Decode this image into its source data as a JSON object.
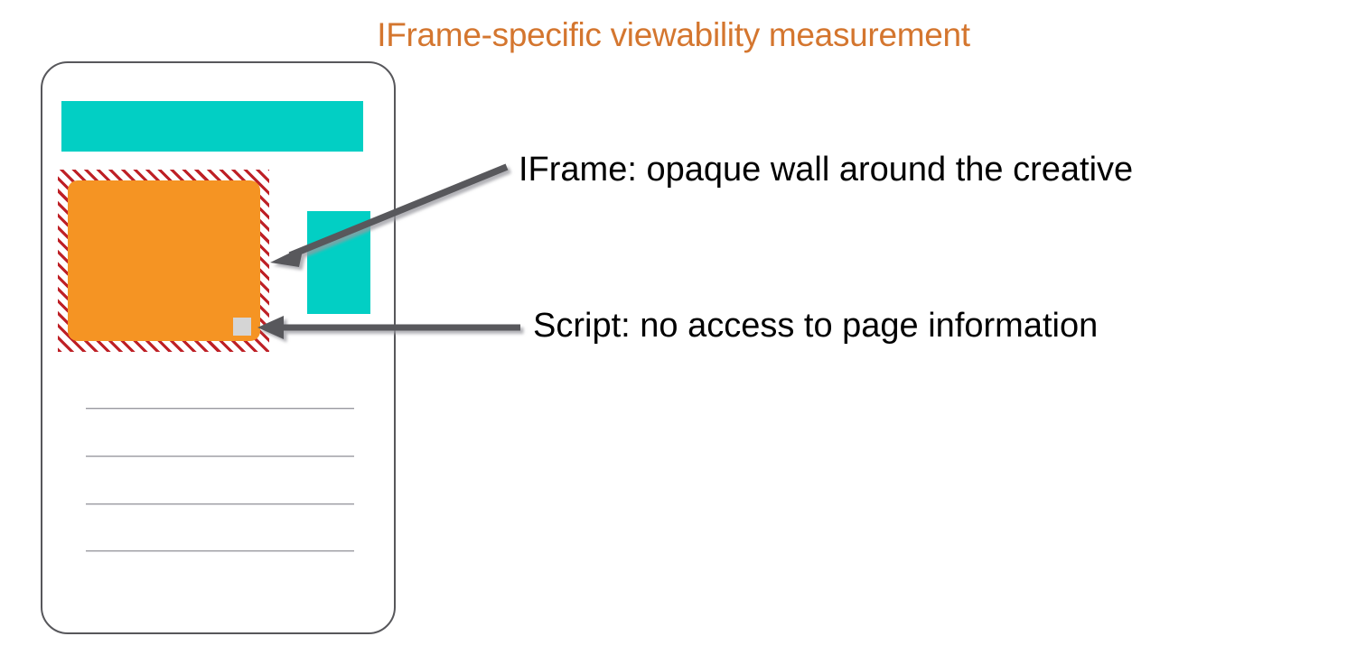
{
  "slide": {
    "title": "IFrame-specific viewability measurement",
    "title_color": "#D4762F",
    "background_color": "#FFFFFF"
  },
  "device_mockup": {
    "name": "phone-frame",
    "frame_color": "#57575B",
    "page": {
      "banner": {
        "label": "page-banner",
        "color": "#02CFC4"
      },
      "side_content": {
        "label": "side-content-block",
        "color": "#02CFC4"
      },
      "iframe_wall": {
        "label": "iframe-hatched-wall",
        "stripe_color": "#BE2026",
        "stripe_background": "#FFFFFF"
      },
      "creative": {
        "label": "ad-creative",
        "color": "#F59423"
      },
      "script_pixel": {
        "label": "measurement-script-pixel",
        "color": "#D5D5D5"
      },
      "text_rules": [
        {
          "label": "text-rule-1"
        },
        {
          "label": "text-rule-2"
        },
        {
          "label": "text-rule-3"
        },
        {
          "label": "text-rule-4"
        }
      ]
    }
  },
  "callouts": [
    {
      "id": "iframe",
      "text": "IFrame: opaque wall around the creative",
      "arrow": "arrow-diagonal-to-iframe-wall"
    },
    {
      "id": "script",
      "text": "Script: no access to page information",
      "arrow": "arrow-horizontal-to-script-pixel"
    }
  ],
  "colors": {
    "accent_title": "#D4762F",
    "teal": "#02CFC4",
    "orange": "#F59423",
    "hatch_red": "#BE2026",
    "gray_pixel": "#D5D5D5",
    "arrow_gray": "#58585C",
    "frame_gray": "#57575B"
  }
}
